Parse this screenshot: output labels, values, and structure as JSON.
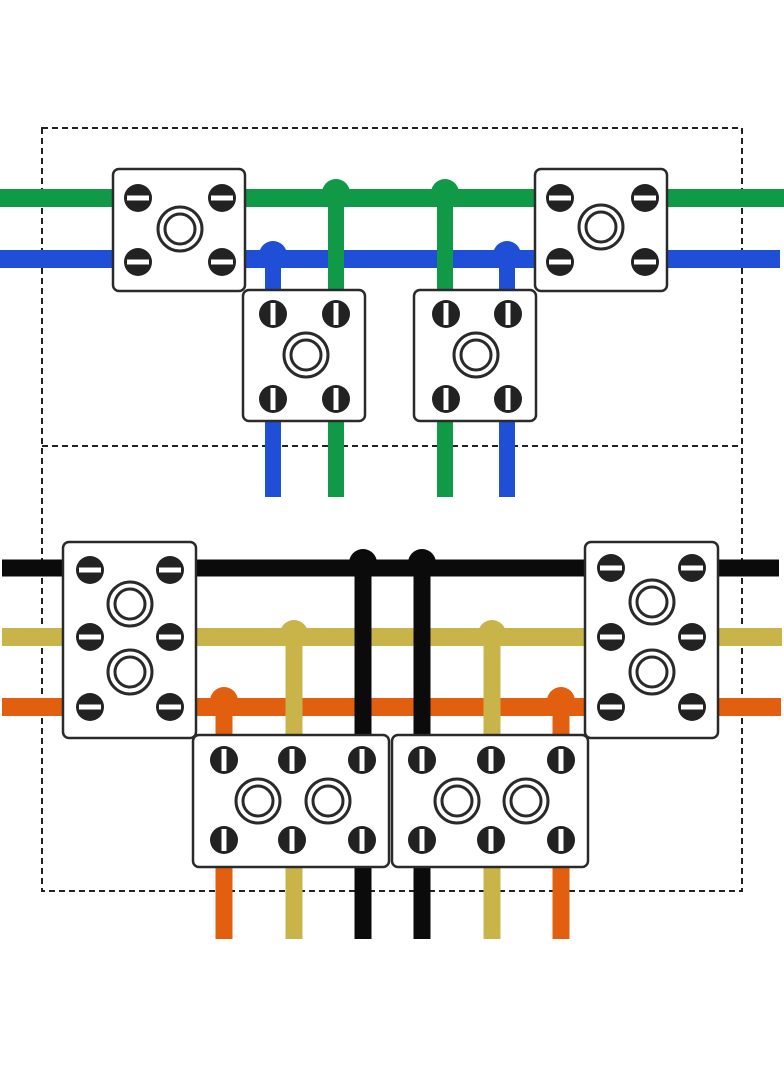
{
  "diagram": {
    "colors": {
      "background": "#ffffff",
      "enclosure_border": "#222222",
      "terminal_fill": "#ffffff",
      "terminal_border": "#2a2a2a",
      "screw_fill": "#222222",
      "screw_slot": "#ffffff"
    },
    "sections": [
      {
        "name": "upper-circuit",
        "wires": [
          {
            "name": "green",
            "color": "#109a48"
          },
          {
            "name": "blue",
            "color": "#1f4fd6"
          }
        ],
        "blocks": 4
      },
      {
        "name": "lower-circuit",
        "wires": [
          {
            "name": "black",
            "color": "#0b0b0b"
          },
          {
            "name": "olive",
            "color": "#c9b44a"
          },
          {
            "name": "orange",
            "color": "#e35f10"
          }
        ],
        "blocks": 4
      }
    ],
    "icons": {
      "screw": "screw-terminal-icon",
      "hole": "cable-entry-icon"
    }
  }
}
